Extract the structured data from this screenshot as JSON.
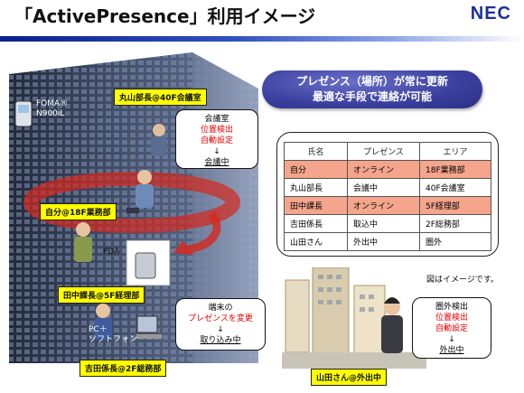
{
  "header": {
    "title": "「ActivePresence」利用イメージ",
    "logo": "NEC"
  },
  "building": {
    "labels": {
      "floor40": "丸山部長@40F会議室",
      "floor18": "自分@18F業務部",
      "floor5": "田中課長@5F経理部",
      "floor2": "吉田係長@2F総務部"
    },
    "devices": {
      "foma_line1": "FOMA®",
      "foma_line2": "N900iL",
      "pda": "PDA",
      "pc_line1": "PC＋",
      "pc_line2": "ソフトフォン"
    },
    "callout_meeting": {
      "line1": "会議室",
      "line2": "位置検出",
      "line3": "自動設定",
      "arrow": "↓",
      "line4": "会議中"
    },
    "callout_pc": {
      "line1": "端末の",
      "line2": "プレゼンスを変更",
      "arrow": "↓",
      "line3": "取り込み中"
    }
  },
  "banner": {
    "line1": "プレゼンス（場所）が常に更新",
    "line2": "最適な手段で連絡が可能"
  },
  "presence_table": {
    "headers": [
      "氏名",
      "プレゼンス",
      "エリア"
    ],
    "rows": [
      {
        "name": "自分",
        "presence": "オンライン",
        "area": "18F業務部",
        "highlight": true
      },
      {
        "name": "丸山部長",
        "presence": "会議中",
        "area": "40F会議室",
        "highlight": false
      },
      {
        "name": "田中課長",
        "presence": "オンライン",
        "area": "5F経理部",
        "highlight": true
      },
      {
        "name": "吉田係長",
        "presence": "取込中",
        "area": "2F総務部",
        "highlight": false
      },
      {
        "name": "山田さん",
        "presence": "外出中",
        "area": "圏外",
        "highlight": false
      }
    ]
  },
  "note": "図はイメージです。",
  "outside": {
    "label": "山田さん@外出中",
    "callout": {
      "line1": "圏外検出",
      "line2": "位置検出",
      "line3": "自動設定",
      "arrow": "↓",
      "line4": "外出中"
    }
  },
  "colors": {
    "brand": "#1c2f9a",
    "label_yellow": "#ffff00",
    "highlight_row": "#f4a58c",
    "alert_red": "#e00000",
    "banner": "#3a3f9e"
  }
}
